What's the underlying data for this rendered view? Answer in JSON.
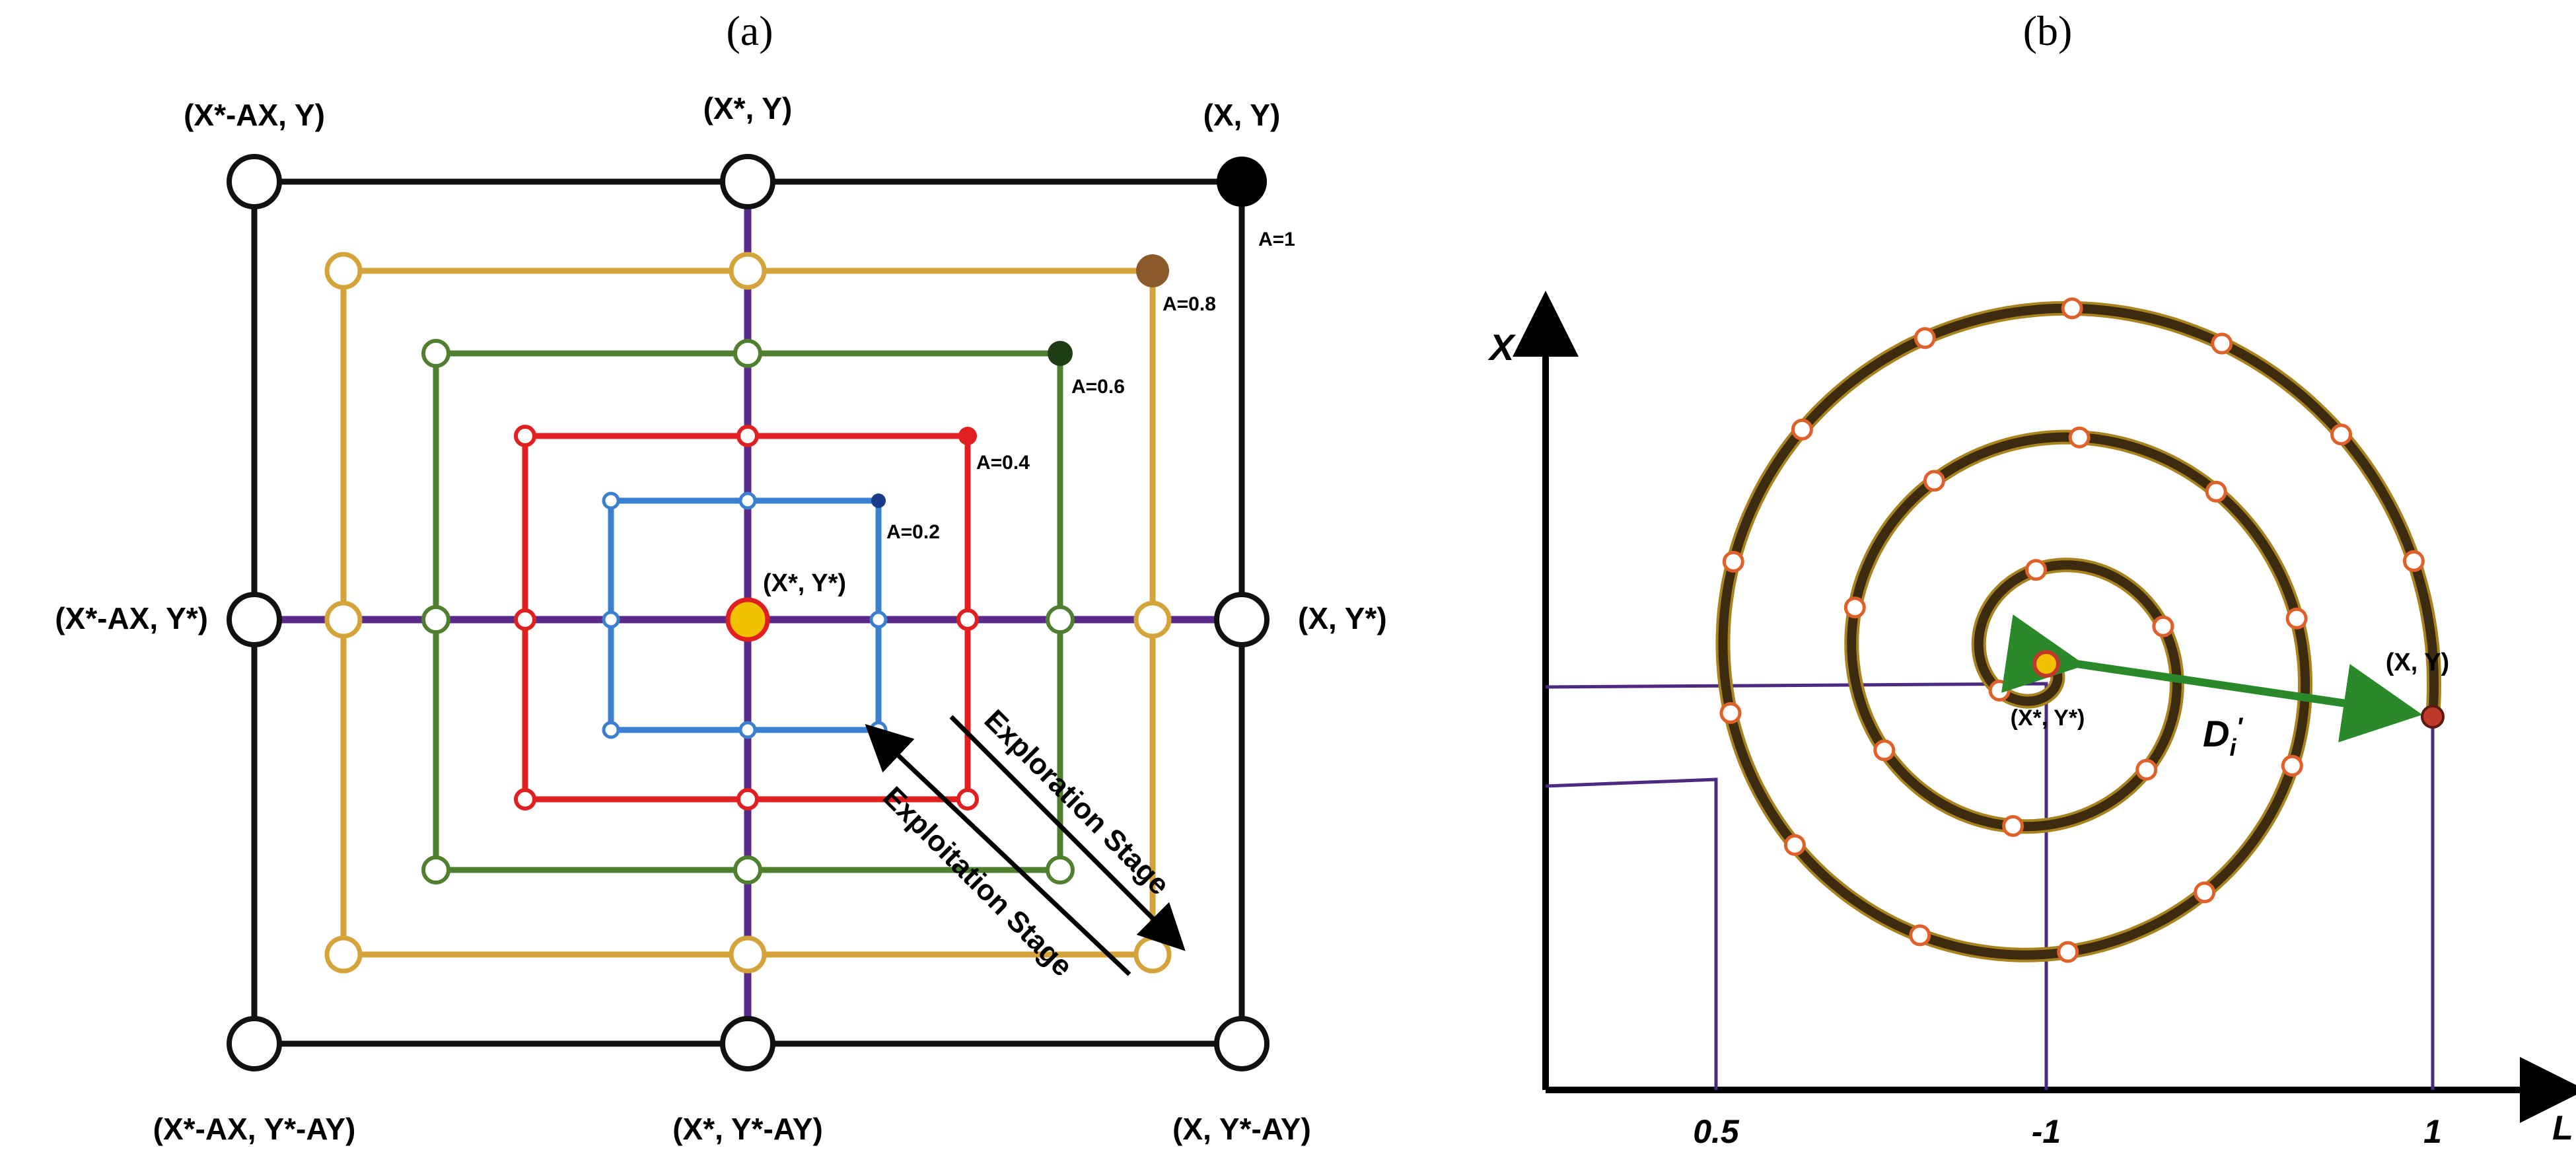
{
  "panel_a": {
    "caption": "(a)",
    "corner_labels": {
      "top_left": "(X*-AX, Y)",
      "top_mid": "(X*, Y)",
      "top_right": "(X, Y)",
      "mid_left": "(X*-AX, Y*)",
      "center": "(X*, Y*)",
      "mid_right": "(X, Y*)",
      "bot_left": "(X*-AX, Y*-AY)",
      "bot_mid": "(X*, Y*-AY)",
      "bot_right": "(X, Y*-AY)"
    },
    "a_labels": [
      "A=1",
      "A=0.8",
      "A=0.6",
      "A=0.4",
      "A=0.2"
    ],
    "stage_labels": {
      "exploration": "Exploration Stage",
      "exploitation": "Exploitation Stage"
    },
    "colors": {
      "a1": "#111111",
      "a08": "#d4a33a",
      "a06": "#4f7f2f",
      "a04": "#e02020",
      "a02": "#3a7fd0",
      "axis": "#5a2a8a",
      "center": "#f2c200",
      "brown": "#8b5a2b",
      "darkgreen": "#1f3d14"
    }
  },
  "panel_b": {
    "caption": "(b)",
    "y_axis_label": "X",
    "x_axis_label": "L",
    "ticks": [
      "0.5",
      "-1",
      "1"
    ],
    "point_labels": {
      "best": "(X*, Y*)",
      "current": "(X, Y)",
      "distance": "D",
      "distance_sub": "i",
      "distance_sup": "'"
    },
    "colors": {
      "spiral": "#3d2b10",
      "spiral_edge": "#a8831e",
      "marker": "#e0602a",
      "guide": "#4b2a80",
      "arrow": "#2a8a2a"
    }
  }
}
